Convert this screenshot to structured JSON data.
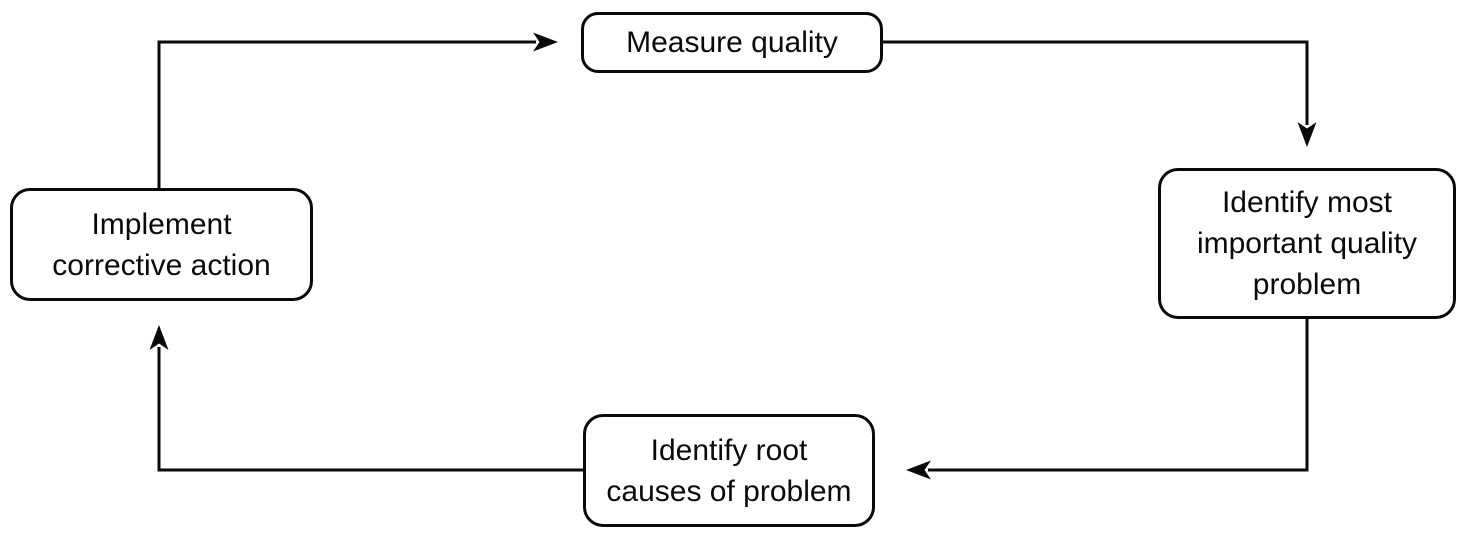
{
  "colors": {
    "background": "#ffffff",
    "line": "#0a0a0a",
    "node_fill": "#ffffff",
    "text": "#0a0a0a"
  },
  "diagram": {
    "type": "cycle-flowchart",
    "nodes": [
      {
        "id": "measure-quality",
        "label": "Measure quality"
      },
      {
        "id": "identify-most-important-quality-problem",
        "label": "Identify most\nimportant quality\nproblem"
      },
      {
        "id": "identify-root-causes-of-problem",
        "label": "Identify root\ncauses of problem"
      },
      {
        "id": "implement-corrective-action",
        "label": "Implement\ncorrective action"
      }
    ],
    "edges": [
      {
        "from": "implement-corrective-action",
        "to": "measure-quality"
      },
      {
        "from": "measure-quality",
        "to": "identify-most-important-quality-problem"
      },
      {
        "from": "identify-most-important-quality-problem",
        "to": "identify-root-causes-of-problem"
      },
      {
        "from": "identify-root-causes-of-problem",
        "to": "implement-corrective-action"
      }
    ]
  }
}
